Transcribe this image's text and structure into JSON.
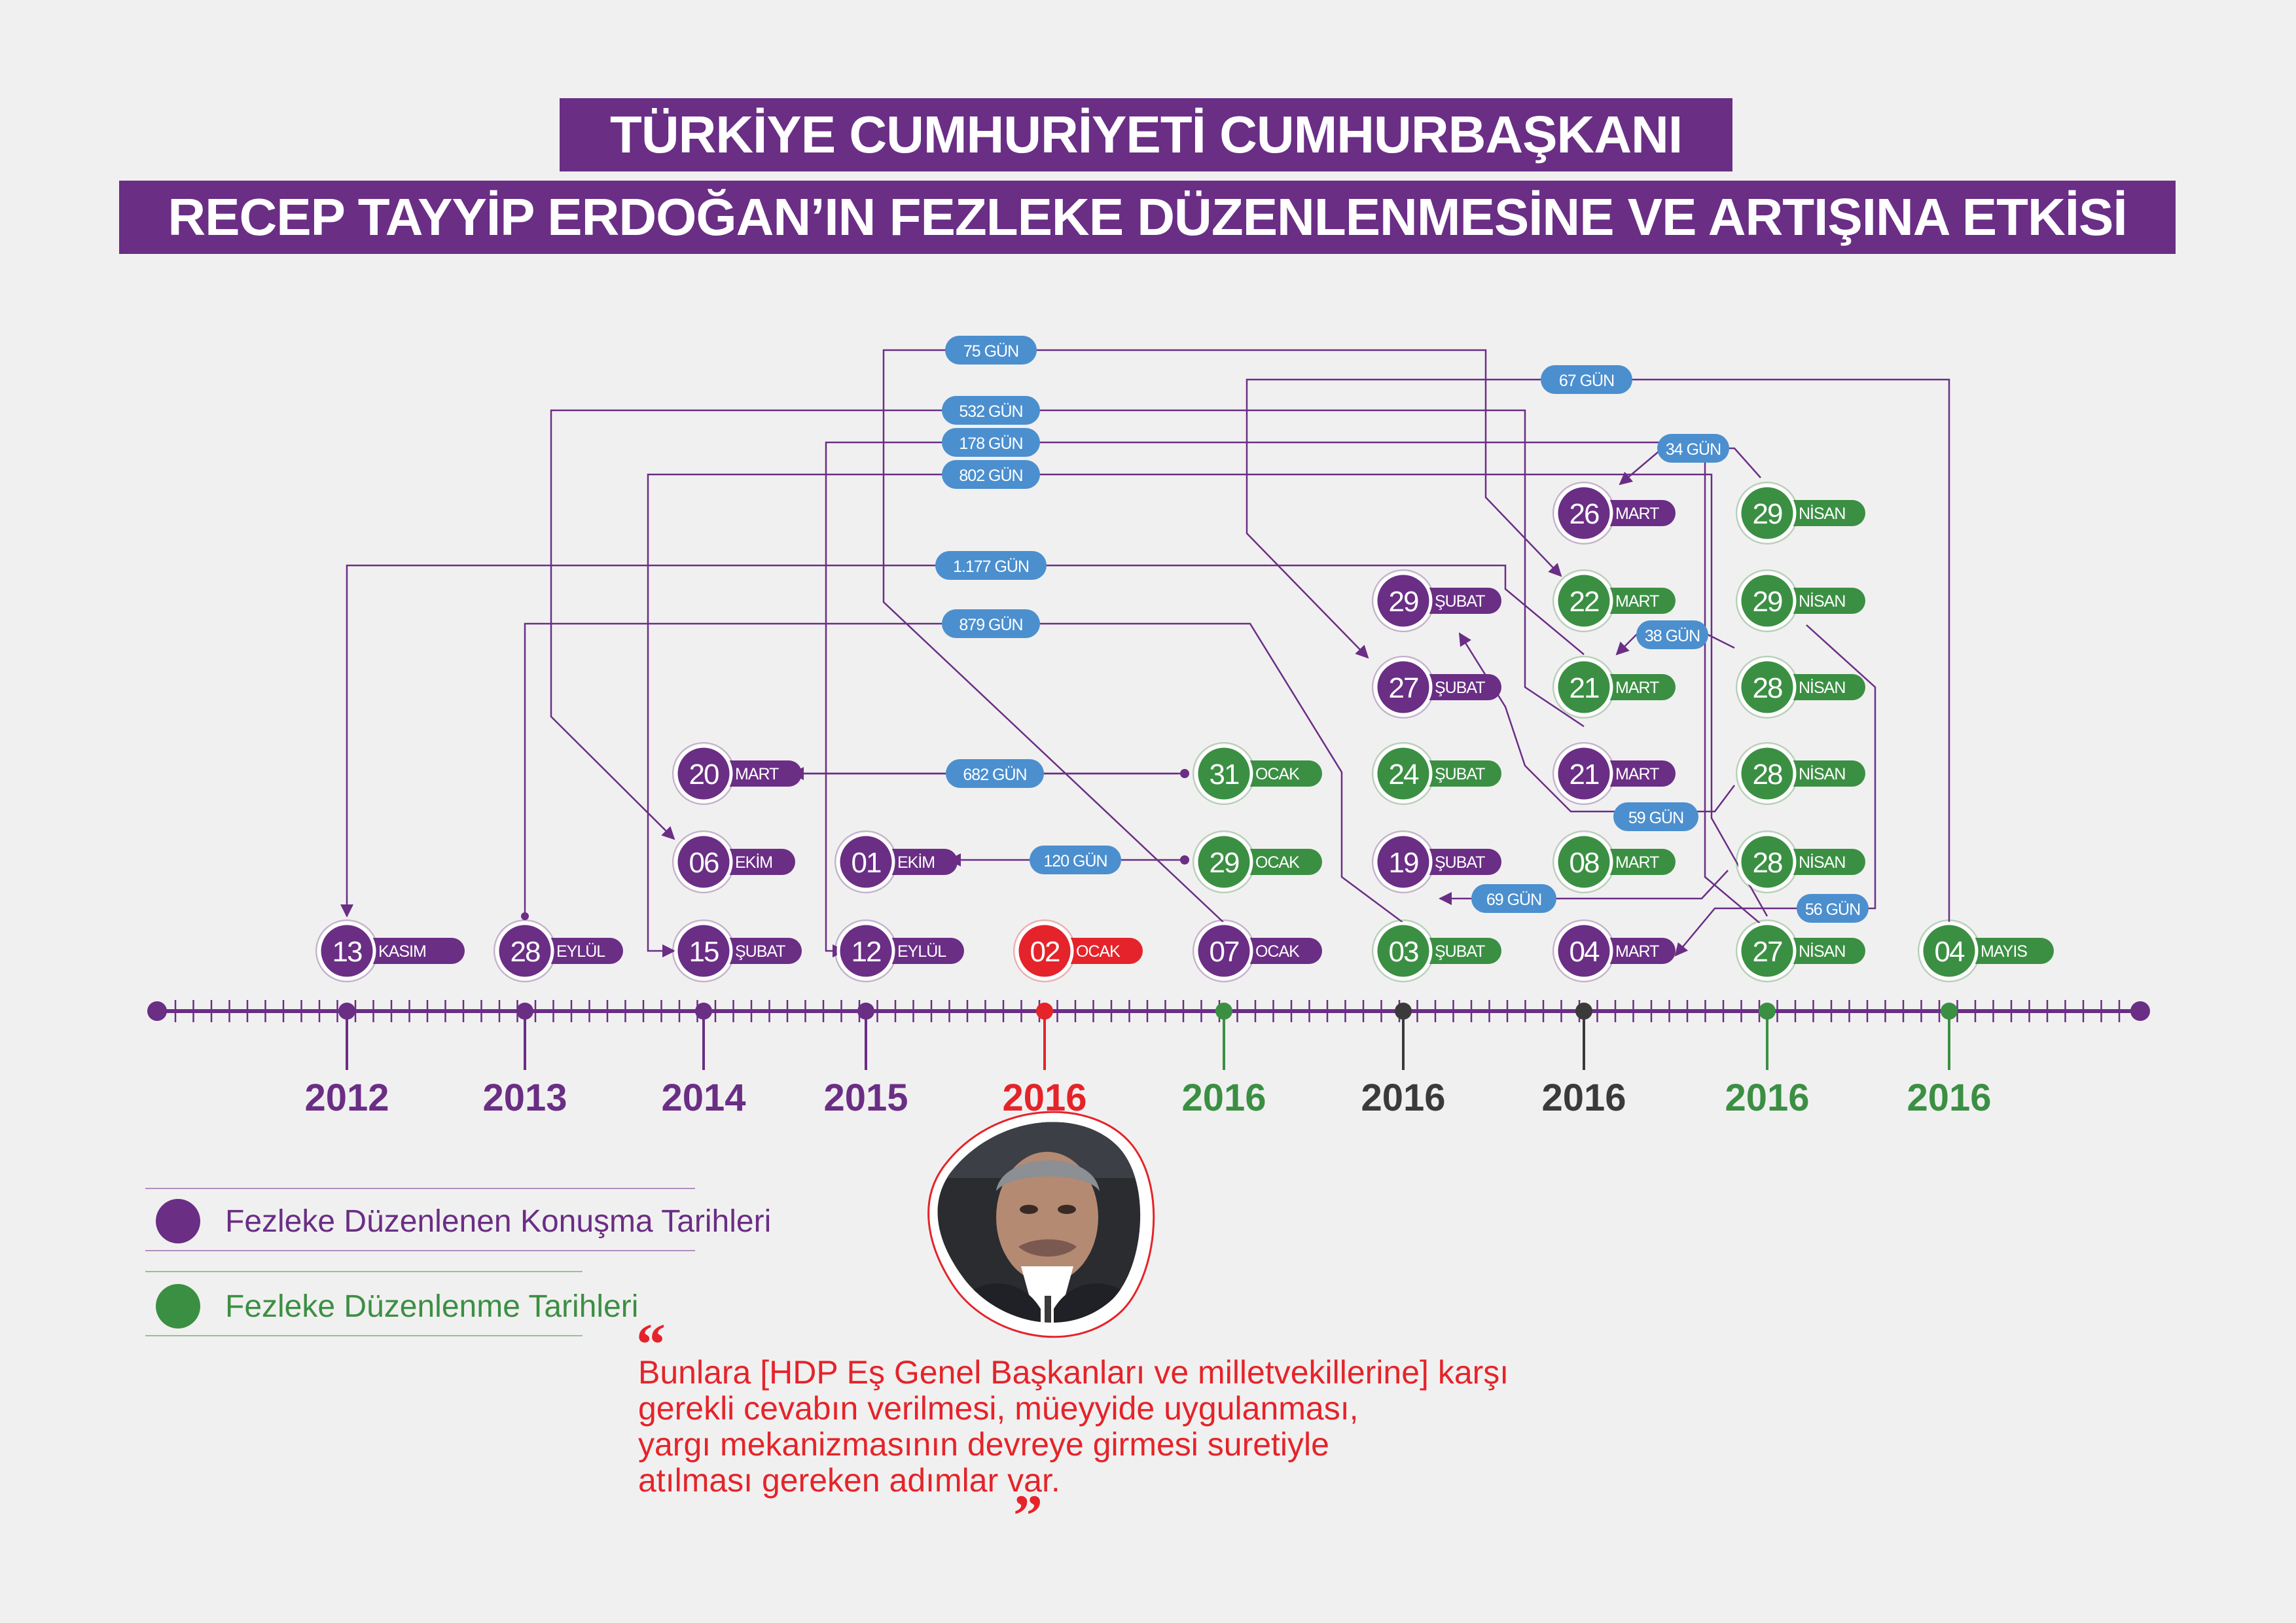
{
  "title": {
    "line1": "TÜRKİYE CUMHURİYETİ CUMHURBAŞKANI",
    "line2": "RECEP TAYYİP ERDOĞAN’IN FEZLEKE DÜZENLENMESİNE VE ARTIŞINA ETKİSİ"
  },
  "colors": {
    "purple": "#6a2e85",
    "green": "#3b8f43",
    "red": "#e4242a",
    "dark": "#3a3a3a",
    "blue": "#4b8fcf"
  },
  "timeline": {
    "years": [
      {
        "label": "2012",
        "color": "purple"
      },
      {
        "label": "2013",
        "color": "purple"
      },
      {
        "label": "2014",
        "color": "purple"
      },
      {
        "label": "2015",
        "color": "purple"
      },
      {
        "label": "2016",
        "color": "red"
      },
      {
        "label": "2016",
        "color": "green"
      },
      {
        "label": "2016",
        "color": "dark"
      },
      {
        "label": "2016",
        "color": "dark"
      },
      {
        "label": "2016",
        "color": "green"
      },
      {
        "label": "2016",
        "color": "green"
      }
    ]
  },
  "dates": [
    {
      "id": "d1",
      "day": "13",
      "month": "KASIM",
      "color": "purple"
    },
    {
      "id": "d2",
      "day": "28",
      "month": "EYLÜL",
      "color": "purple"
    },
    {
      "id": "d3",
      "day": "15",
      "month": "ŞUBAT",
      "color": "purple"
    },
    {
      "id": "d4",
      "day": "12",
      "month": "EYLÜL",
      "color": "purple"
    },
    {
      "id": "d5",
      "day": "02",
      "month": "OCAK",
      "color": "red"
    },
    {
      "id": "d6",
      "day": "07",
      "month": "OCAK",
      "color": "purple"
    },
    {
      "id": "d7",
      "day": "03",
      "month": "ŞUBAT",
      "color": "green"
    },
    {
      "id": "d8",
      "day": "04",
      "month": "MART",
      "color": "purple"
    },
    {
      "id": "d9",
      "day": "27",
      "month": "NİSAN",
      "color": "green"
    },
    {
      "id": "d10",
      "day": "04",
      "month": "MAYIS",
      "color": "green"
    },
    {
      "id": "d11",
      "day": "06",
      "month": "EKİM",
      "color": "purple"
    },
    {
      "id": "d12",
      "day": "01",
      "month": "EKİM",
      "color": "purple"
    },
    {
      "id": "d13",
      "day": "29",
      "month": "OCAK",
      "color": "green"
    },
    {
      "id": "d14",
      "day": "19",
      "month": "ŞUBAT",
      "color": "purple"
    },
    {
      "id": "d15",
      "day": "08",
      "month": "MART",
      "color": "green"
    },
    {
      "id": "d16",
      "day": "28",
      "month": "NİSAN",
      "color": "green"
    },
    {
      "id": "d17",
      "day": "20",
      "month": "MART",
      "color": "purple"
    },
    {
      "id": "d18",
      "day": "31",
      "month": "OCAK",
      "color": "green"
    },
    {
      "id": "d19",
      "day": "24",
      "month": "ŞUBAT",
      "color": "green"
    },
    {
      "id": "d20",
      "day": "21",
      "month": "MART",
      "color": "purple"
    },
    {
      "id": "d21",
      "day": "28",
      "month": "NİSAN",
      "color": "green"
    },
    {
      "id": "d22",
      "day": "27",
      "month": "ŞUBAT",
      "color": "purple"
    },
    {
      "id": "d23",
      "day": "21",
      "month": "MART",
      "color": "green"
    },
    {
      "id": "d24",
      "day": "28",
      "month": "NİSAN",
      "color": "green"
    },
    {
      "id": "d25",
      "day": "29",
      "month": "ŞUBAT",
      "color": "purple"
    },
    {
      "id": "d26",
      "day": "22",
      "month": "MART",
      "color": "green"
    },
    {
      "id": "d27",
      "day": "29",
      "month": "NİSAN",
      "color": "green"
    },
    {
      "id": "d28",
      "day": "26",
      "month": "MART",
      "color": "purple"
    },
    {
      "id": "d29",
      "day": "29",
      "month": "NİSAN",
      "color": "green"
    }
  ],
  "durations": [
    {
      "id": "g1",
      "label": "75 GÜN"
    },
    {
      "id": "g2",
      "label": "67 GÜN"
    },
    {
      "id": "g3",
      "label": "532 GÜN"
    },
    {
      "id": "g4",
      "label": "178 GÜN"
    },
    {
      "id": "g5",
      "label": "802 GÜN"
    },
    {
      "id": "g6",
      "label": "34 GÜN"
    },
    {
      "id": "g7",
      "label": "1.177 GÜN"
    },
    {
      "id": "g8",
      "label": "879 GÜN"
    },
    {
      "id": "g9",
      "label": "38 GÜN"
    },
    {
      "id": "g10",
      "label": "682 GÜN"
    },
    {
      "id": "g11",
      "label": "59 GÜN"
    },
    {
      "id": "g12",
      "label": "120 GÜN"
    },
    {
      "id": "g13",
      "label": "69 GÜN"
    },
    {
      "id": "g14",
      "label": "56 GÜN"
    }
  ],
  "legend": [
    {
      "label": "Fezleke Düzenlenen Konuşma Tarihleri",
      "color": "purple"
    },
    {
      "label": "Fezleke Düzenlenme Tarihleri",
      "color": "green"
    }
  ],
  "quote": {
    "lines": [
      "Bunlara [HDP Eş Genel Başkanları ve milletvekillerine] karşı",
      "gerekli cevabın verilmesi, müeyyide uygulanması,",
      "yargı mekanizmasının devreye girmesi suretiyle",
      "atılması gereken adımlar var."
    ],
    "open_mark": "“",
    "close_mark": "”"
  }
}
